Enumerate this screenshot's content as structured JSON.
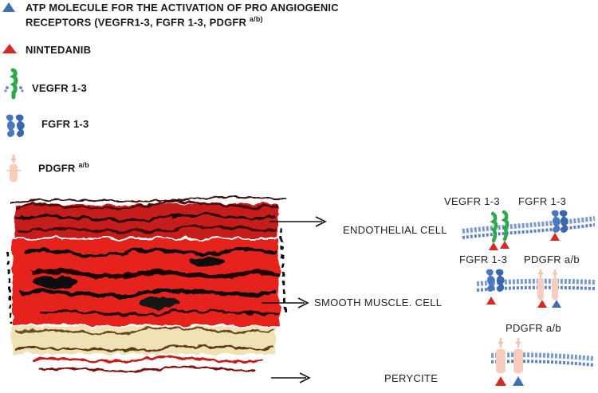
{
  "legend": {
    "atp": {
      "label_line1": "ATP MOLECULE FOR THE ACTIVATION OF PRO ANGIOGENIC",
      "label_line2": "RECEPTORS (VEGFR1-3, FGFR 1-3, PDGFR",
      "label_sup": "a/b)",
      "icon": "blue-triangle-icon",
      "color": "#3f6fb5"
    },
    "nintedanib": {
      "label": "NINTEDANIB",
      "icon": "red-triangle-icon",
      "color": "#d42a22"
    },
    "vegfr": {
      "label": "VEGFR 1-3",
      "icon": "vegfr-receptor-icon",
      "color": "#2fa84a"
    },
    "fgfr": {
      "label": "FGFR 1-3",
      "icon": "fgfr-receptor-icon",
      "color": "#4a78c0"
    },
    "pdgfr": {
      "label": "PDGFR",
      "label_sup": "a/b",
      "icon": "pdgfr-receptor-icon",
      "color": "#f2b8a8"
    }
  },
  "cells": {
    "endothelial": {
      "label": "ENDOTHELIAL CELL",
      "receptor_labels": [
        "VEGFR 1-3",
        "FGFR 1-3"
      ]
    },
    "smooth_muscle": {
      "label": "SMOOTH MUSCLE. CELL",
      "receptor_labels": [
        "FGFR 1-3",
        "PDGFR a/b"
      ]
    },
    "pericyte": {
      "label": "PERYCITE",
      "receptor_labels": [
        "PDGFR a/b"
      ]
    }
  }
}
